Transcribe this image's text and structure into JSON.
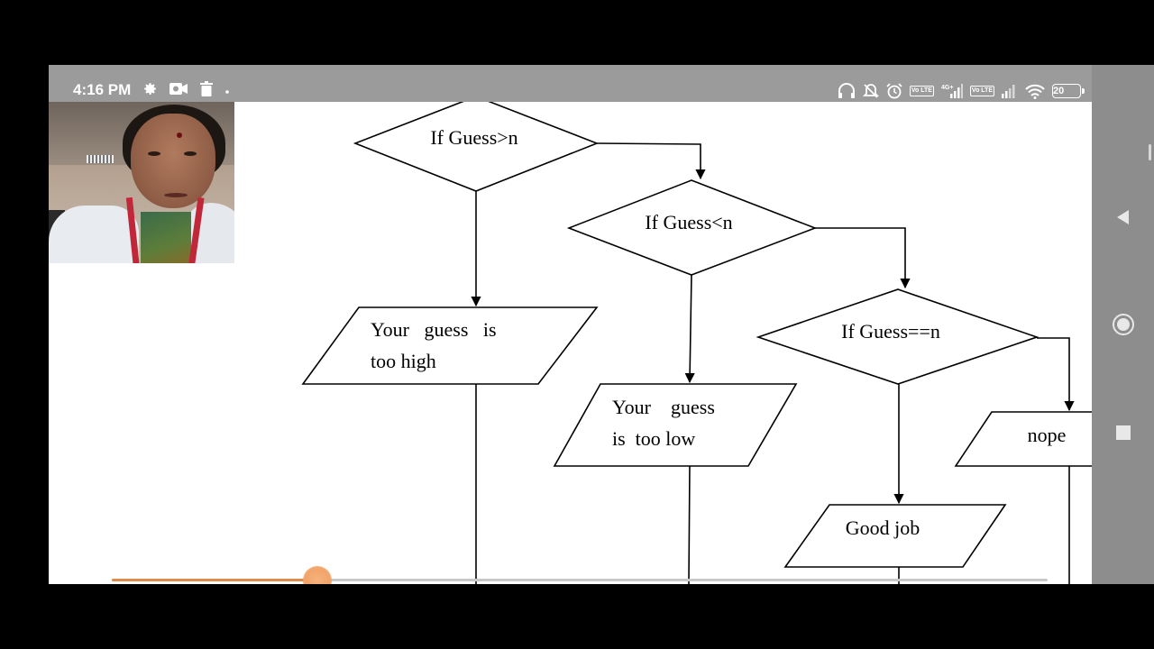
{
  "status_bar": {
    "time": "4:16 PM",
    "left_icons": [
      "gear-icon",
      "video-camera-icon",
      "trash-icon",
      "dot-icon"
    ],
    "right_icons": [
      "headphones-icon",
      "alarm-off-icon",
      "alarm-icon",
      "volte-icon",
      "signal-4g-icon",
      "volte-icon",
      "signal-icon",
      "wifi-icon",
      "battery-icon"
    ],
    "network_label": "4G+",
    "volte_label": "Vo LTE",
    "battery": "20"
  },
  "flowchart": {
    "decisions": [
      {
        "label": "If Guess>n"
      },
      {
        "label": "If Guess<n"
      },
      {
        "label": "If Guess==n"
      }
    ],
    "outputs": [
      {
        "line1": "Your   guess   is",
        "line2": "too high"
      },
      {
        "line1": "Your    guess",
        "line2": "is  too low"
      },
      {
        "line1": "nope"
      },
      {
        "line1": "Good job"
      }
    ]
  },
  "video": {
    "progress": 0.22
  },
  "nav_bar": {
    "buttons": [
      "back-triangle-icon",
      "home-circle-icon",
      "recents-square-icon"
    ]
  },
  "colors": {
    "status_bar_bg": "#9b9b9b",
    "nav_bar_bg": "#8d8d8d",
    "progress_thumb": "#f1a46a",
    "canvas": "#ffffff"
  }
}
